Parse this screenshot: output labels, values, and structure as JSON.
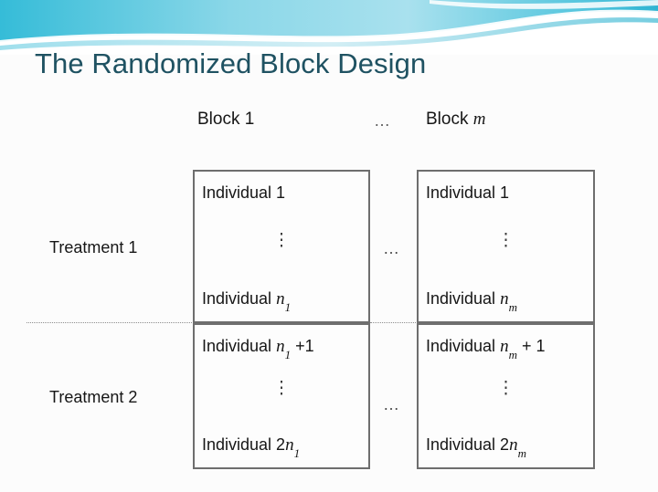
{
  "slide": {
    "title": "The Randomized Block Design",
    "title_color": "#1f5262",
    "background_color": "#fcfcfc",
    "border_color": "#6e6e6e",
    "accent_color": "#3fc0dd"
  },
  "column_headers": {
    "block_first": "Block 1",
    "ellipsis": "…",
    "block_last_prefix": "Block ",
    "block_last_var": "m"
  },
  "row_labels": {
    "treatment_1": "Treatment 1",
    "treatment_2": "Treatment 2"
  },
  "mid_ellipsis": {
    "top": "…",
    "bottom": "…"
  },
  "vertical_dots": "⋮",
  "cells": {
    "t1_b1": {
      "top_prefix": "Individual 1",
      "bottom_prefix": "Individual ",
      "bottom_var": "n",
      "bottom_sub": "1",
      "bottom_suffix": ""
    },
    "t1_bm": {
      "top_prefix": "Individual 1",
      "bottom_prefix": "Individual ",
      "bottom_var": "n",
      "bottom_sub": "m",
      "bottom_suffix": ""
    },
    "t2_b1": {
      "top_prefix": "Individual ",
      "top_var": "n",
      "top_sub": "1",
      "top_suffix": " +1",
      "bottom_prefix": "Individual 2",
      "bottom_var": "n",
      "bottom_sub": "1",
      "bottom_suffix": ""
    },
    "t2_bm": {
      "top_prefix": "Individual ",
      "top_var": "n",
      "top_sub": "m",
      "top_suffix": " + 1",
      "bottom_prefix": "Individual 2",
      "bottom_var": "n",
      "bottom_sub": "m",
      "bottom_suffix": ""
    }
  }
}
